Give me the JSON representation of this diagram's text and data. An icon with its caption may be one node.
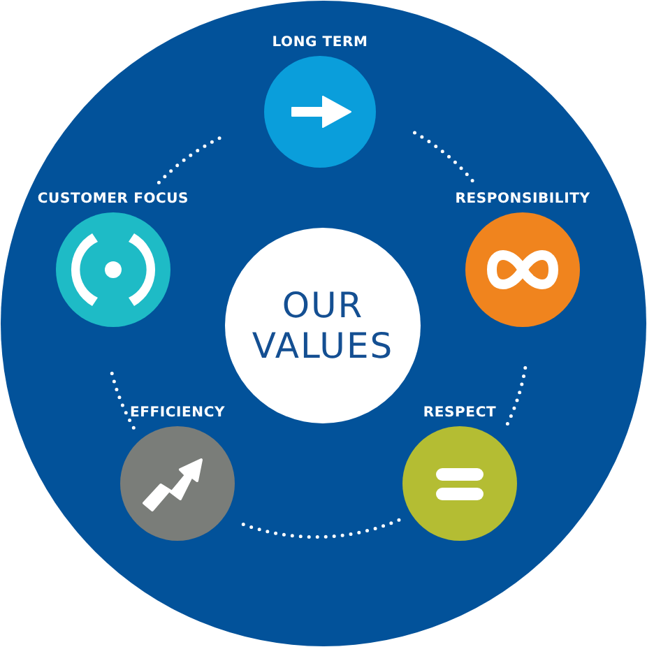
{
  "diagram": {
    "nodes": [
      {
        "text": [
          "OUR VALUES"
        ]
      },
      {
        "text": [
          "LONG TERM"
        ]
      },
      {
        "text": [
          "RESPONSIBILITY"
        ]
      },
      {
        "text": [
          "RESPECT"
        ]
      },
      {
        "text": [
          "EFFICIENCY"
        ]
      },
      {
        "text": [
          "CUSTOMER FOCUS"
        ]
      }
    ],
    "edges": [
      {
        "from": 1,
        "to": 2,
        "arrow": "none",
        "style": "dashed"
      },
      {
        "from": 2,
        "to": 3,
        "arrow": "none",
        "style": "dashed"
      },
      {
        "from": 3,
        "to": 4,
        "arrow": "none",
        "style": "dashed"
      },
      {
        "from": 4,
        "to": 5,
        "arrow": "none",
        "style": "dashed"
      },
      {
        "from": 5,
        "to": 1,
        "arrow": "none",
        "style": "dashed"
      }
    ]
  }
}
